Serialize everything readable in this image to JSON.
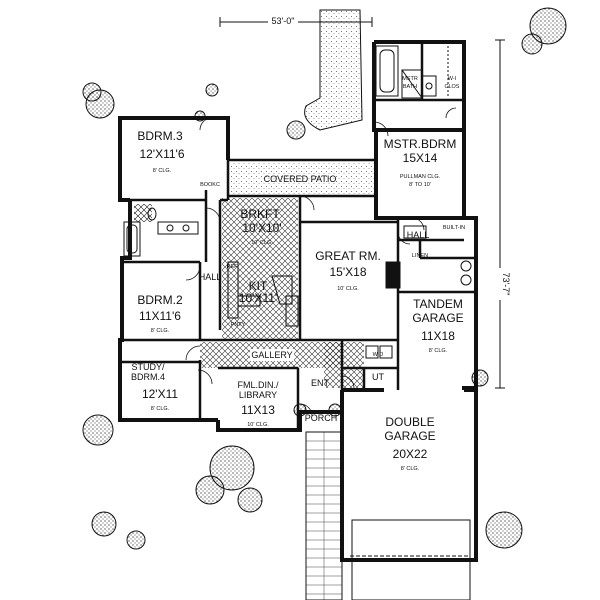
{
  "plan": {
    "overall_width": "53'-0\"",
    "overall_depth": "73'-7\"",
    "rooms": {
      "mstr_bdrm": {
        "name": "MSTR.BDRM",
        "size": "15X14",
        "note1": "PULLMAN CLG.",
        "note2": "8' TO 10'"
      },
      "mstr_bath": {
        "name1": "MSTR",
        "name2": "BATH"
      },
      "wic": {
        "name1": "W-I",
        "name2": "CLOS"
      },
      "bdrm3": {
        "name": "BDRM.3",
        "size": "12'X11'6",
        "clg": "8' CLG."
      },
      "covered_patio": {
        "name": "COVERED PATIO"
      },
      "brkft": {
        "name": "BRKFT",
        "size": "10'X10'",
        "clg": "10' CLG."
      },
      "great_rm": {
        "name": "GREAT RM.",
        "size": "15'X18",
        "clg": "10' CLG."
      },
      "kit": {
        "name": "KIT",
        "size": "10'X11'"
      },
      "bdrm2": {
        "name": "BDRM.2",
        "size": "11X11'6",
        "clg": "8' CLG."
      },
      "study": {
        "name1": "STUDY/",
        "name2": "BDRM.4",
        "size": "12'X11",
        "clg": "8' CLG."
      },
      "fml_din": {
        "name1": "FML.DIN./",
        "name2": "LIBRARY",
        "size": "11X13",
        "clg": "10' CLG."
      },
      "gallery": {
        "name": "GALLERY"
      },
      "tandem_garage": {
        "name1": "TANDEM",
        "name2": "GARAGE",
        "size": "11X18",
        "clg": "8' CLG."
      },
      "double_garage": {
        "name1": "DOUBLE",
        "name2": "GARAGE",
        "size": "20X22",
        "clg": "8' CLG."
      },
      "porch": {
        "name": "PORCH"
      },
      "ent": {
        "name": "ENT"
      },
      "hall_left": {
        "name": "HALL"
      },
      "hall_right": {
        "name": "HALL"
      },
      "built_in": {
        "name": "BUILT-IN"
      },
      "linen": {
        "name": "LINEN"
      },
      "wd": {
        "name": "W  D"
      },
      "ut": {
        "name": "UT"
      },
      "pnty": {
        "name": "PNTY"
      },
      "bookc": {
        "name": "BOOKC"
      },
      "ref": {
        "name": "REF"
      }
    }
  }
}
